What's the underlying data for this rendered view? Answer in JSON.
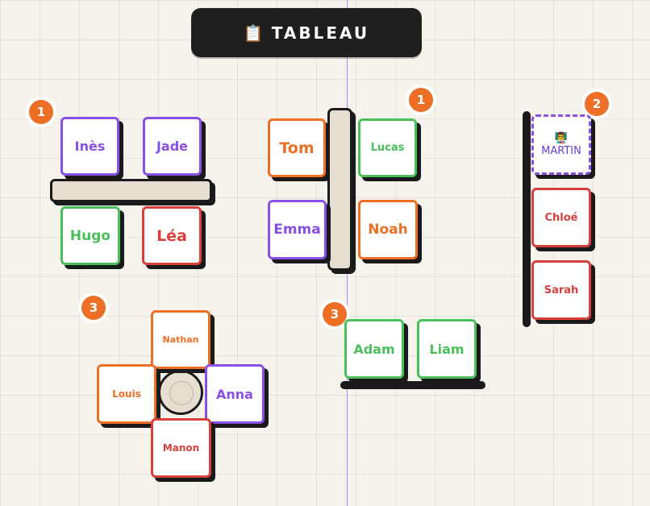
{
  "board": {
    "icon": "clipboard-icon",
    "label": "TABLEAU"
  },
  "groups": [
    {
      "badge": "1",
      "students": [
        "Inès",
        "Jade",
        "Hugo",
        "Léa"
      ]
    },
    {
      "badge": "1",
      "students": [
        "Tom",
        "Lucas",
        "Emma",
        "Noah"
      ]
    },
    {
      "badge": "2",
      "students": [
        "MARTIN",
        "Chloé",
        "Sarah"
      ],
      "teacher_icon": "teacher-icon"
    },
    {
      "badge": "3",
      "students": [
        "Nathan",
        "Louis",
        "Anna",
        "Manon"
      ]
    },
    {
      "badge": "3",
      "students": [
        "Adam",
        "Liam"
      ]
    }
  ],
  "colors": {
    "purple": "#8a4fe6",
    "orange": "#ec6f25",
    "green": "#4bbf5a",
    "red": "#d8413b",
    "board": "#1f1f1f",
    "desk": "#e6ded1"
  }
}
